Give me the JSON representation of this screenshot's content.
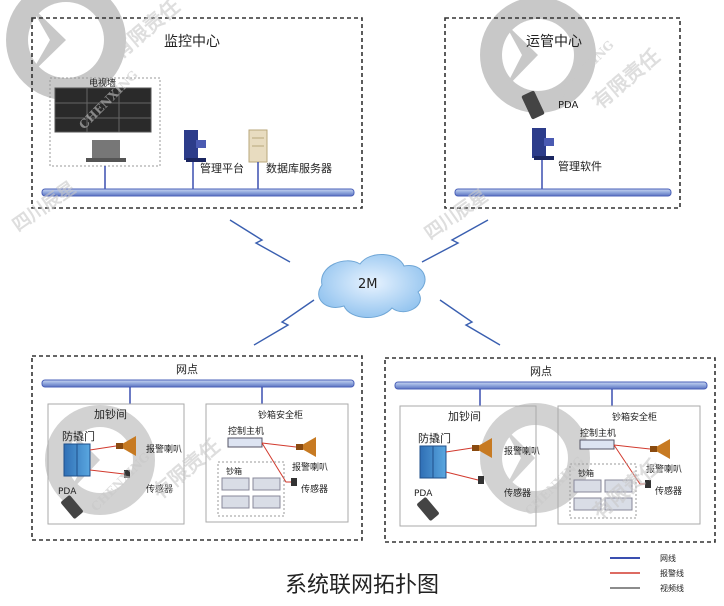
{
  "monitoring_center": {
    "title": "监控中心",
    "video_wall_label": "电视墙",
    "management_platform": "管理平台",
    "database_server": "数据库服务器"
  },
  "operations_center": {
    "title": "运管中心",
    "pda": "PDA",
    "management_software": "管理软件"
  },
  "network": {
    "cloud_label": "2M"
  },
  "outlets": [
    {
      "title": "网点",
      "sand_room": "加钞间",
      "anti_intrusion_door": "防撬门",
      "pda": "PDA",
      "alarm_speaker_left": "报警喇叭",
      "sensor_left": "传感器",
      "safe_cabinet": "钞箱安全柜",
      "control_host": "控制主机",
      "cash_box": "钞箱",
      "alarm_speaker_right": "报警喇叭",
      "sensor_right": "传感器"
    },
    {
      "title": "网点",
      "sand_room": "加钞间",
      "anti_intrusion_door": "防撬门",
      "pda": "PDA",
      "alarm_speaker_left": "报警喇叭",
      "sensor_left": "传感器",
      "safe_cabinet": "钞箱安全柜",
      "control_host": "控制主机",
      "cash_box": "钞箱",
      "alarm_speaker_right": "报警喇叭",
      "sensor_right": "传感器"
    }
  ],
  "legend": {
    "network_line": "网线",
    "alarm_line": "报警线",
    "video_line": "视频线",
    "colors": {
      "network": "#3a4fb0",
      "alarm": "#d23a2e",
      "video": "#666666"
    }
  },
  "caption": "系统联网拓扑图",
  "watermark": {
    "brand": "CHENXING",
    "company": "四川辰星电子有限责任公司"
  }
}
